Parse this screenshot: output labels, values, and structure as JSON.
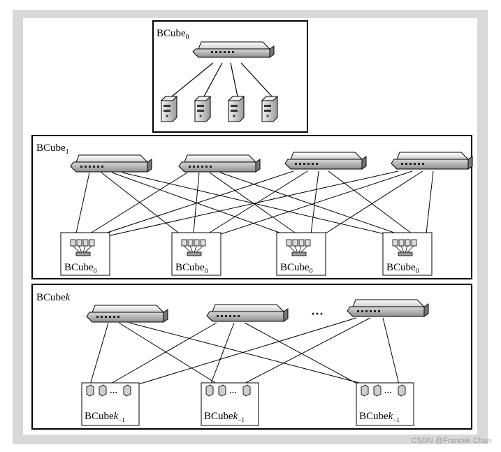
{
  "labels": {
    "bcube0_title_base": "BCube",
    "bcube0_title_sub": "0",
    "bcube1_title_base": "BCube",
    "bcube1_title_sub": "1",
    "bcubek_title_base": "BCube",
    "bcubek_title_k": "k",
    "inner_bcube0_base": "BCube",
    "inner_bcube0_sub": "0",
    "inner_bcubek_base": "BCube",
    "inner_bcubek_k": "k",
    "inner_bcubek_sub": "−1",
    "ellipsis": "···"
  },
  "watermark": "CSDN @Francek Chan",
  "colors": {
    "background": "#d9d9d9",
    "panel": "#ffffff",
    "line": "#000000"
  }
}
